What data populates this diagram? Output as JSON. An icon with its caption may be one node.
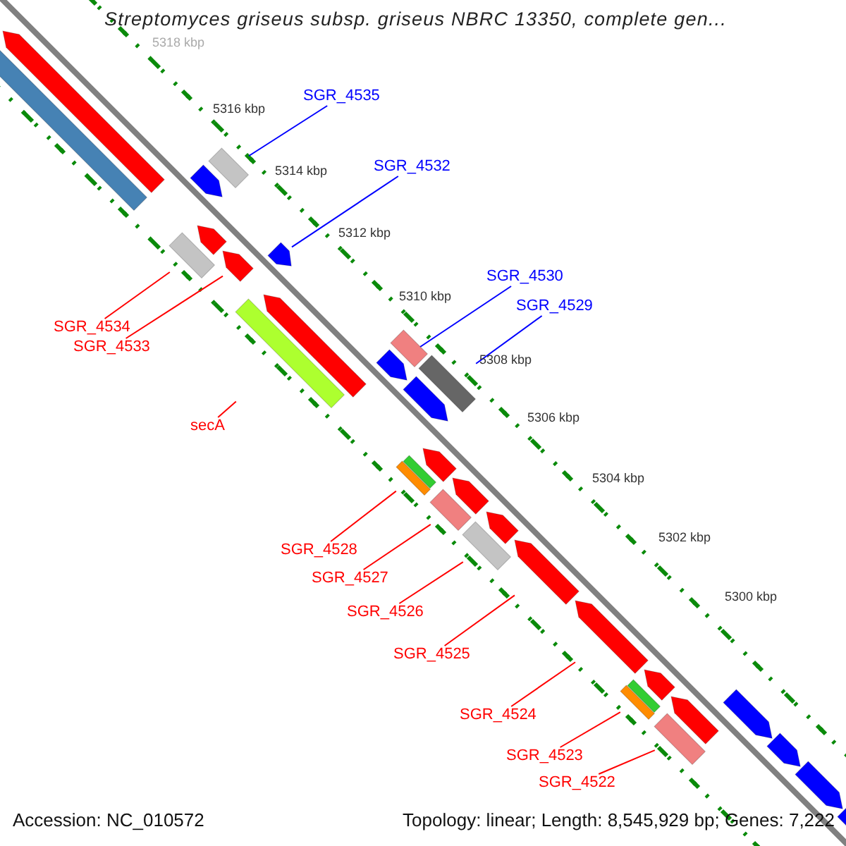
{
  "diagram": {
    "title": "Streptomyces griseus subsp. griseus NBRC 13350, complete gen...",
    "nodes": [
      {
        "text": [
          "SGR_4535"
        ]
      },
      {
        "text": [
          "SGR_4532"
        ]
      },
      {
        "text": [
          "SGR_4530"
        ]
      },
      {
        "text": [
          "SGR_4529"
        ]
      },
      {
        "text": [
          "SGR_4534"
        ]
      },
      {
        "text": [
          "SGR_4533"
        ]
      },
      {
        "text": [
          "secA"
        ]
      },
      {
        "text": [
          "SGR_4528"
        ]
      },
      {
        "text": [
          "SGR_4527"
        ]
      },
      {
        "text": [
          "SGR_4526"
        ]
      },
      {
        "text": [
          "SGR_4525"
        ]
      },
      {
        "text": [
          "SGR_4524"
        ]
      },
      {
        "text": [
          "SGR_4523"
        ]
      },
      {
        "text": [
          "SGR_4522"
        ]
      },
      {
        "text": [],
        "shape": "box"
      },
      {
        "text": [],
        "shape": "pentagon"
      },
      {
        "text": [],
        "shape": "box"
      },
      {
        "text": [],
        "shape": "pentagon"
      },
      {
        "text": [],
        "shape": "pentagon"
      },
      {
        "text": [],
        "shape": "box"
      },
      {
        "text": [],
        "shape": "pentagon"
      },
      {
        "text": [],
        "shape": "box"
      },
      {
        "text": [],
        "shape": "pentagon"
      },
      {
        "text": [],
        "shape": "pentagon"
      },
      {
        "text": [],
        "shape": "pentagon"
      },
      {
        "text": [],
        "shape": "box"
      },
      {
        "text": [],
        "shape": "box"
      },
      {
        "text": [],
        "shape": "box"
      },
      {
        "text": [],
        "shape": "pentagon"
      },
      {
        "text": [],
        "shape": "pentagon"
      },
      {
        "text": [],
        "shape": "box"
      },
      {
        "text": [],
        "shape": "box"
      },
      {
        "text": [],
        "shape": "pentagon"
      },
      {
        "text": [],
        "shape": "box"
      },
      {
        "text": [],
        "shape": "pentagon"
      },
      {
        "text": [],
        "shape": "pentagon"
      },
      {
        "text": [],
        "shape": "pentagon"
      },
      {
        "text": [],
        "shape": "box"
      },
      {
        "text": [],
        "shape": "box"
      },
      {
        "text": [],
        "shape": "pentagon"
      },
      {
        "text": [],
        "shape": "box"
      },
      {
        "text": [],
        "shape": "pentagon"
      },
      {
        "text": [],
        "shape": "pentagon"
      },
      {
        "text": [],
        "shape": "pentagon"
      },
      {
        "text": [],
        "shape": "pentagon"
      },
      {
        "text": [],
        "shape": "pentagon"
      }
    ],
    "edges": [
      {
        "from": 0,
        "to": 19,
        "arrow": "none",
        "color": "#0000ff"
      },
      {
        "from": 1,
        "to": 23,
        "arrow": "none",
        "color": "#0000ff"
      },
      {
        "from": 2,
        "to": 24,
        "arrow": "none",
        "color": "#0000ff"
      },
      {
        "from": 3,
        "to": 30,
        "arrow": "none",
        "color": "#0000ff"
      },
      {
        "from": 4,
        "to": 16,
        "arrow": "none"
      },
      {
        "from": 5,
        "to": 20,
        "arrow": "none"
      },
      {
        "from": 6,
        "to": 21,
        "arrow": "none"
      },
      {
        "from": 7,
        "to": 25,
        "arrow": "none"
      },
      {
        "from": 8,
        "to": 31,
        "arrow": "none"
      },
      {
        "from": 9,
        "to": 33,
        "arrow": "none"
      },
      {
        "from": 10,
        "to": 35,
        "arrow": "none"
      },
      {
        "from": 11,
        "to": 36,
        "arrow": "none"
      },
      {
        "from": 12,
        "to": 37,
        "arrow": "none"
      },
      {
        "from": 13,
        "to": 40,
        "arrow": "none"
      }
    ],
    "labels": [
      "5318 kbp",
      "5316 kbp",
      "5314 kbp",
      "5312 kbp",
      "5310 kbp",
      "5308 kbp",
      "5306 kbp",
      "5304 kbp",
      "5302 kbp",
      "5300 kbp",
      "Accession: NC_010572",
      "Topology: linear; Length: 8,545,929 bp; Genes: 7,222"
    ]
  }
}
